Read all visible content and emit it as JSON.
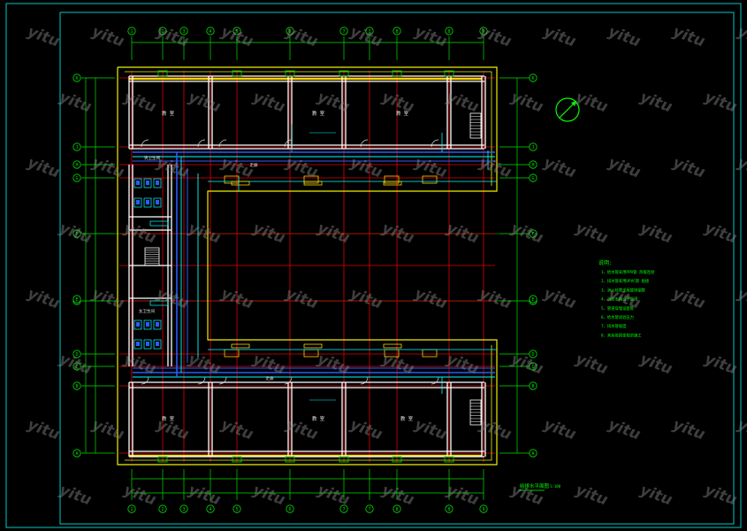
{
  "colors": {
    "background": "#000000",
    "frame": "#00c8c8",
    "axis": "#00e000",
    "grid_red": "#e00000",
    "wall": "#ffffff",
    "outline": "#f0f000",
    "pipe_blue": "#2a5cff",
    "pipe_cyan": "#00ffff",
    "door": "#e0e0e0",
    "text_green": "#00ff00",
    "text_cyan": "#00ffff",
    "watermark": "#8a8a8a"
  },
  "watermark_text": "yitu",
  "grid": {
    "columns": [
      "1",
      "2",
      "3",
      "4",
      "5",
      "6",
      "7",
      "8",
      "9"
    ],
    "rows": [
      "A",
      "B",
      "C",
      "D",
      "E",
      "F",
      "G",
      "H",
      "J",
      "K"
    ]
  },
  "rooms": {
    "top": [
      "教 室",
      "教 室",
      "教 室"
    ],
    "bottom": [
      "教 室",
      "教 室",
      "教 室"
    ],
    "left_top": "男卫生间",
    "left_bottom": "女卫生间",
    "corridor_top": "走廊",
    "corridor_bottom": "走廊"
  },
  "notes": {
    "heading": "说明:",
    "lines": [
      "1、给水管采用PPR管  热熔连接",
      "2、排水管采用UPVC管  粘接",
      "3、消火栓管采用镀锌钢管",
      "4、消防水箱设于屋顶",
      "5、管道穿墙设套管",
      "6、给水管试验压力",
      "7、排水管坡度",
      "8、其余按国家规范施工"
    ]
  },
  "drawing_title": "给排水平面图",
  "drawing_scale": "1:100"
}
